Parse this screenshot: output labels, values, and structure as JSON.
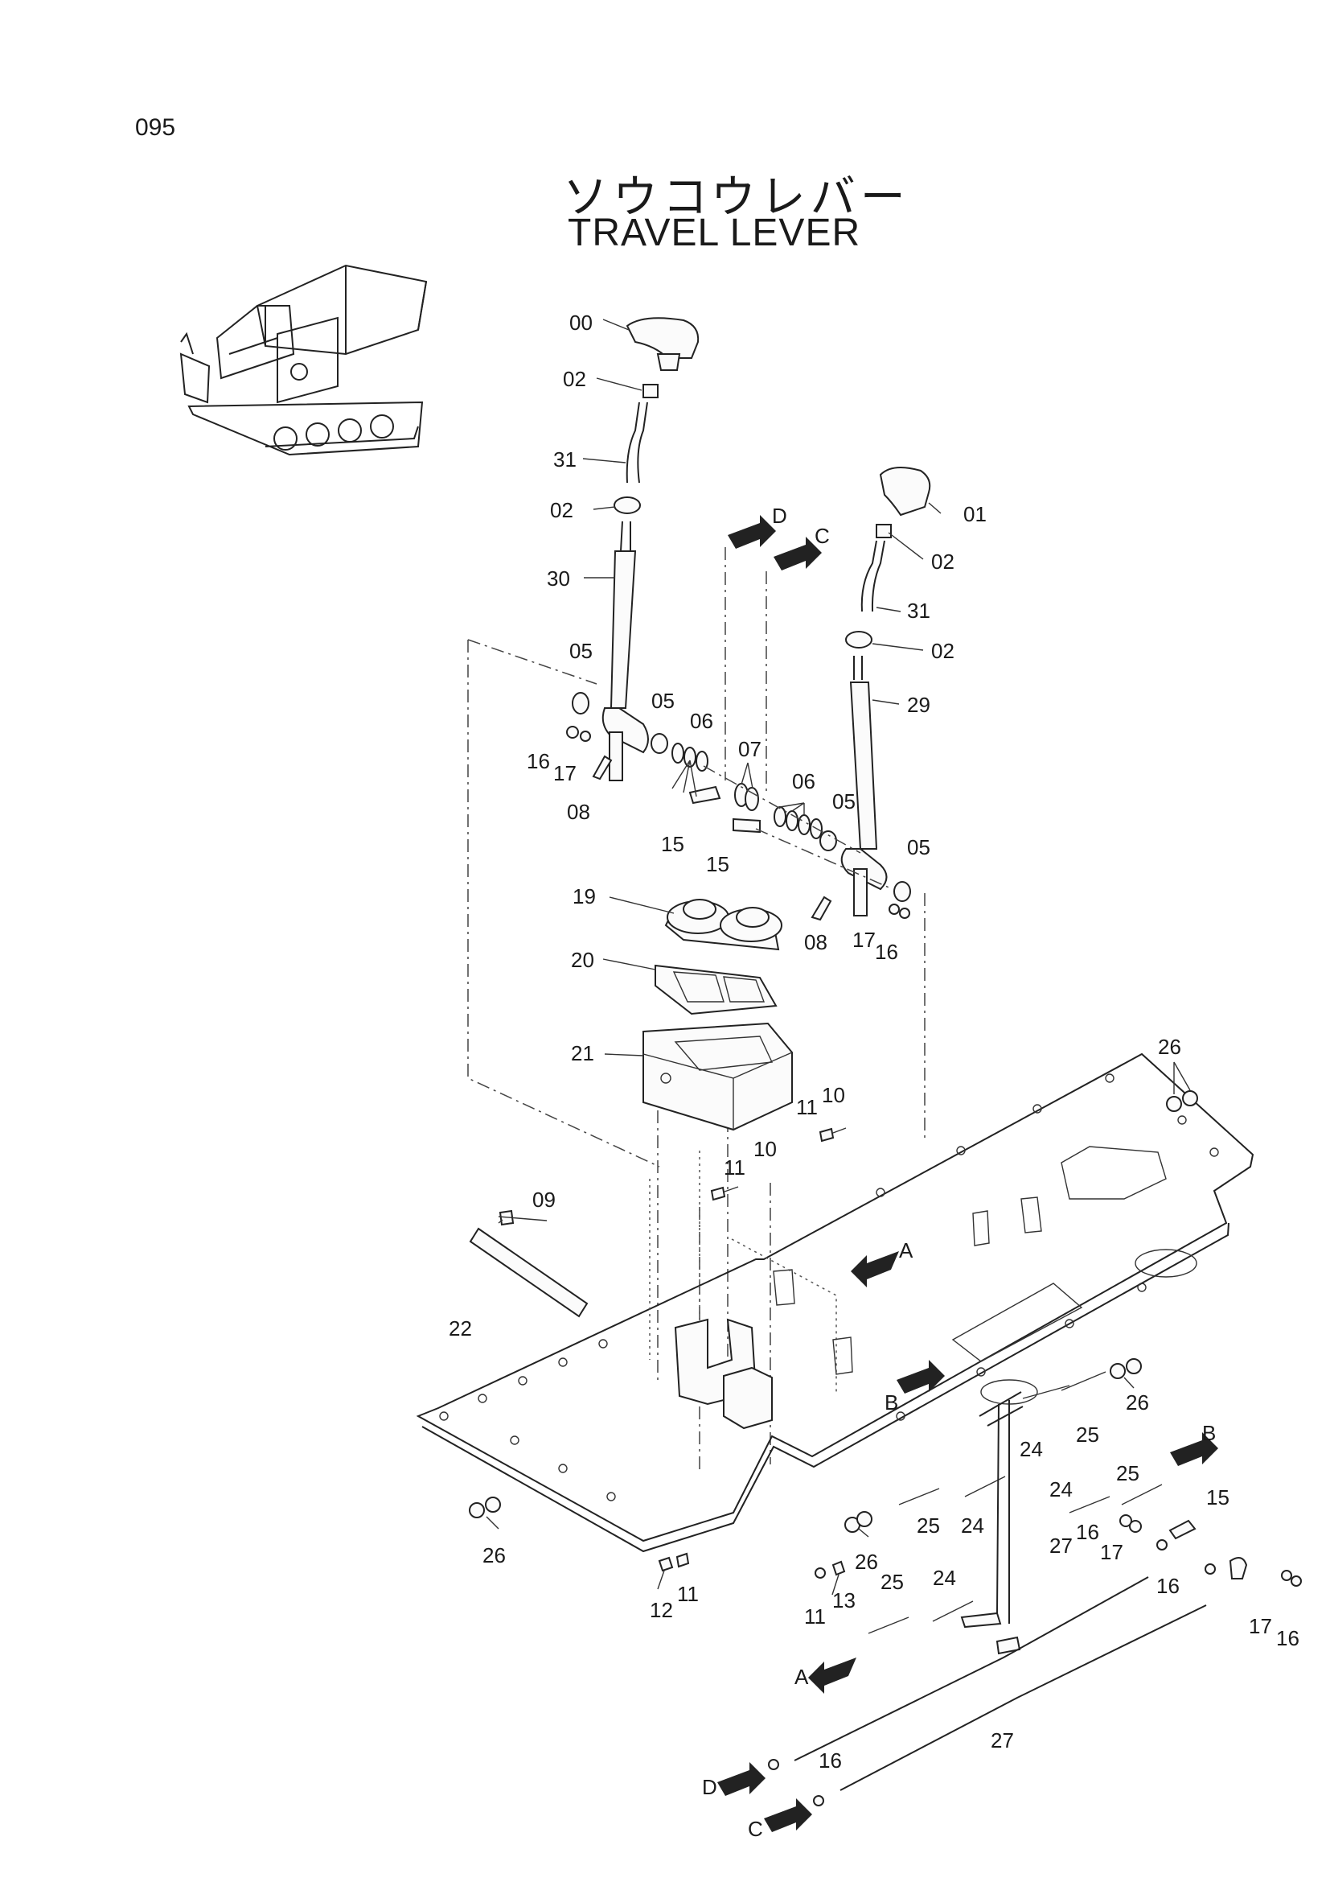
{
  "page_number": "095",
  "title_jp": "ソウコウレバー",
  "title_en": "TRAVEL LEVER",
  "callouts": [
    "00",
    "02",
    "31",
    "02",
    "30",
    "05",
    "16",
    "17",
    "08",
    "05",
    "06",
    "15",
    "07",
    "06",
    "05",
    "15",
    "01",
    "02",
    "31",
    "02",
    "29",
    "05",
    "08",
    "17",
    "16",
    "19",
    "20",
    "21",
    "11",
    "10",
    "11",
    "10",
    "09",
    "22",
    "26",
    "26",
    "26",
    "25",
    "24",
    "25",
    "24",
    "25",
    "24",
    "27",
    "16",
    "17",
    "15",
    "16",
    "17",
    "16",
    "11",
    "13",
    "26",
    "12",
    "11",
    "25",
    "24",
    "27",
    "16"
  ],
  "view_refs": [
    "D",
    "C",
    "A",
    "B",
    "B",
    "A",
    "D",
    "C"
  ]
}
